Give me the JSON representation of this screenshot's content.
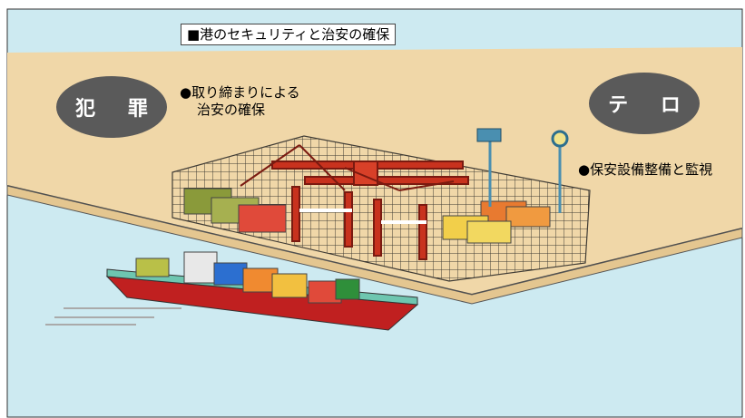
{
  "title": "■港のセキュリティと治安の確保",
  "labels": {
    "crime": "犯 罪",
    "terror": "テ ロ"
  },
  "notes": {
    "crime_measure_line1": "●取り締まりによる",
    "crime_measure_line2": "治安の確保",
    "terror_measure": "●保安設備整備と監視"
  },
  "colors": {
    "sea": "#cdeaf1",
    "land": "#f0d7a8",
    "oval": "#5a5a5a",
    "crane": "#c8321e",
    "hull": "#c02020"
  },
  "icons": [
    "surveillance-camera-icon",
    "security-light-icon",
    "container-ship-icon",
    "gantry-crane-icon",
    "security-fence-icon"
  ]
}
